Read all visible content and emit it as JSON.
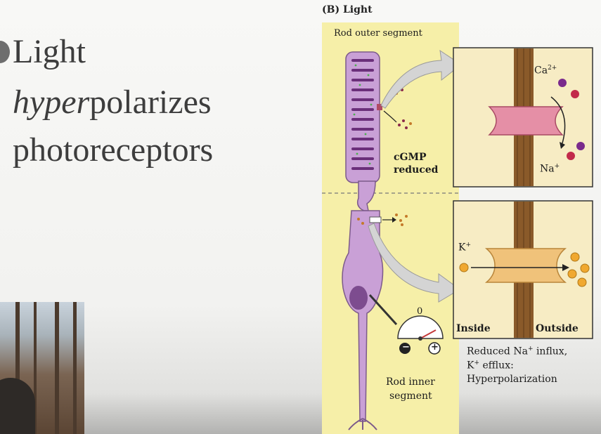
{
  "slide": {
    "title_line1": "Light",
    "title_line2_italic": "hyper",
    "title_line2_rest": "polarizes",
    "title_line3": "photoreceptors"
  },
  "figure": {
    "panel_label": "(B) Light",
    "rod_outer_segment": "Rod outer segment",
    "ca_label": "Ca",
    "ca_sup": "2+",
    "na_label": "Na",
    "na_sup": "+",
    "cgmp_line1": "cGMP",
    "cgmp_line2": "reduced",
    "k_label": "K",
    "k_sup": "+",
    "meter_zero": "0",
    "meter_minus": "−",
    "meter_plus": "+",
    "inside": "Inside",
    "outside": "Outside",
    "rod_inner_line1": "Rod inner",
    "rod_inner_line2": "segment",
    "caption_line1_a": "Reduced Na",
    "caption_line1_sup": "+",
    "caption_line1_b": " influx,",
    "caption_line2_a": "K",
    "caption_line2_sup": "+",
    "caption_line2_b": " efflux:",
    "caption_line3": "Hyperpolarization"
  },
  "colors": {
    "panel_yellow": "#f6efa8",
    "inset_bg": "#f7ecc4",
    "rod_purple": "#c9a0d6",
    "disk_purple": "#6b2f7a",
    "channel_pink": "#e58fa6",
    "channel_orange": "#f0c27a",
    "membrane_brown": "#8a5a2a"
  }
}
